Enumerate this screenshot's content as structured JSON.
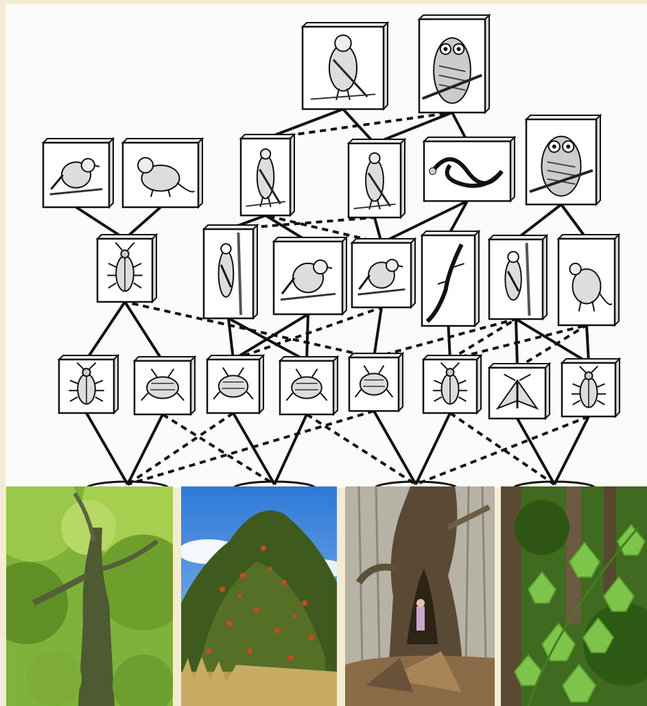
{
  "colors": {
    "page_background": "#f3ecd2",
    "diagram_background": "#fbfbfa",
    "box_stroke": "#111111",
    "line_solid": "#111111",
    "line_dashed": "#111111"
  },
  "food_web": {
    "predators_top": [
      {
        "id": "hawk-top",
        "icon": "hawk-icon"
      },
      {
        "id": "eared-owl",
        "icon": "long-eared-owl-icon"
      }
    ],
    "level2": [
      {
        "id": "waxwing",
        "icon": "crested-bird-icon"
      },
      {
        "id": "shrew",
        "icon": "shrew-icon"
      },
      {
        "id": "sparrowhawk-a",
        "icon": "sparrowhawk-icon"
      },
      {
        "id": "sparrowhawk-b",
        "icon": "sparrowhawk-icon"
      },
      {
        "id": "snake",
        "icon": "snake-icon"
      },
      {
        "id": "tawny-owl",
        "icon": "tawny-owl-icon"
      }
    ],
    "level3": [
      {
        "id": "beetle-large",
        "icon": "longhorn-beetle-icon"
      },
      {
        "id": "woodpecker-a",
        "icon": "woodpecker-icon"
      },
      {
        "id": "robin",
        "icon": "robin-icon"
      },
      {
        "id": "finch",
        "icon": "finch-icon"
      },
      {
        "id": "lizard",
        "icon": "lizard-icon"
      },
      {
        "id": "woodpecker-b",
        "icon": "woodpecker-icon"
      },
      {
        "id": "weasel",
        "icon": "weasel-icon"
      }
    ],
    "level4": [
      {
        "id": "weevil",
        "icon": "weevil-icon"
      },
      {
        "id": "bug-a",
        "icon": "shield-bug-icon"
      },
      {
        "id": "larva-a",
        "icon": "larva-icon"
      },
      {
        "id": "bug-b",
        "icon": "shield-bug-icon"
      },
      {
        "id": "larva-b",
        "icon": "larva-icon"
      },
      {
        "id": "beetle-a",
        "icon": "beetle-icon"
      },
      {
        "id": "moth",
        "icon": "moth-icon"
      },
      {
        "id": "beetle-b",
        "icon": "beetle-icon"
      }
    ],
    "base_habitats": 4
  },
  "photos": [
    {
      "id": "lime-tree",
      "icon": "tree-canopy-photo"
    },
    {
      "id": "hawthorn-shrub",
      "icon": "berry-shrub-photo"
    },
    {
      "id": "hollow-oak",
      "icon": "hollow-trunk-photo"
    },
    {
      "id": "maple-leaves",
      "icon": "leafy-branch-photo"
    }
  ]
}
